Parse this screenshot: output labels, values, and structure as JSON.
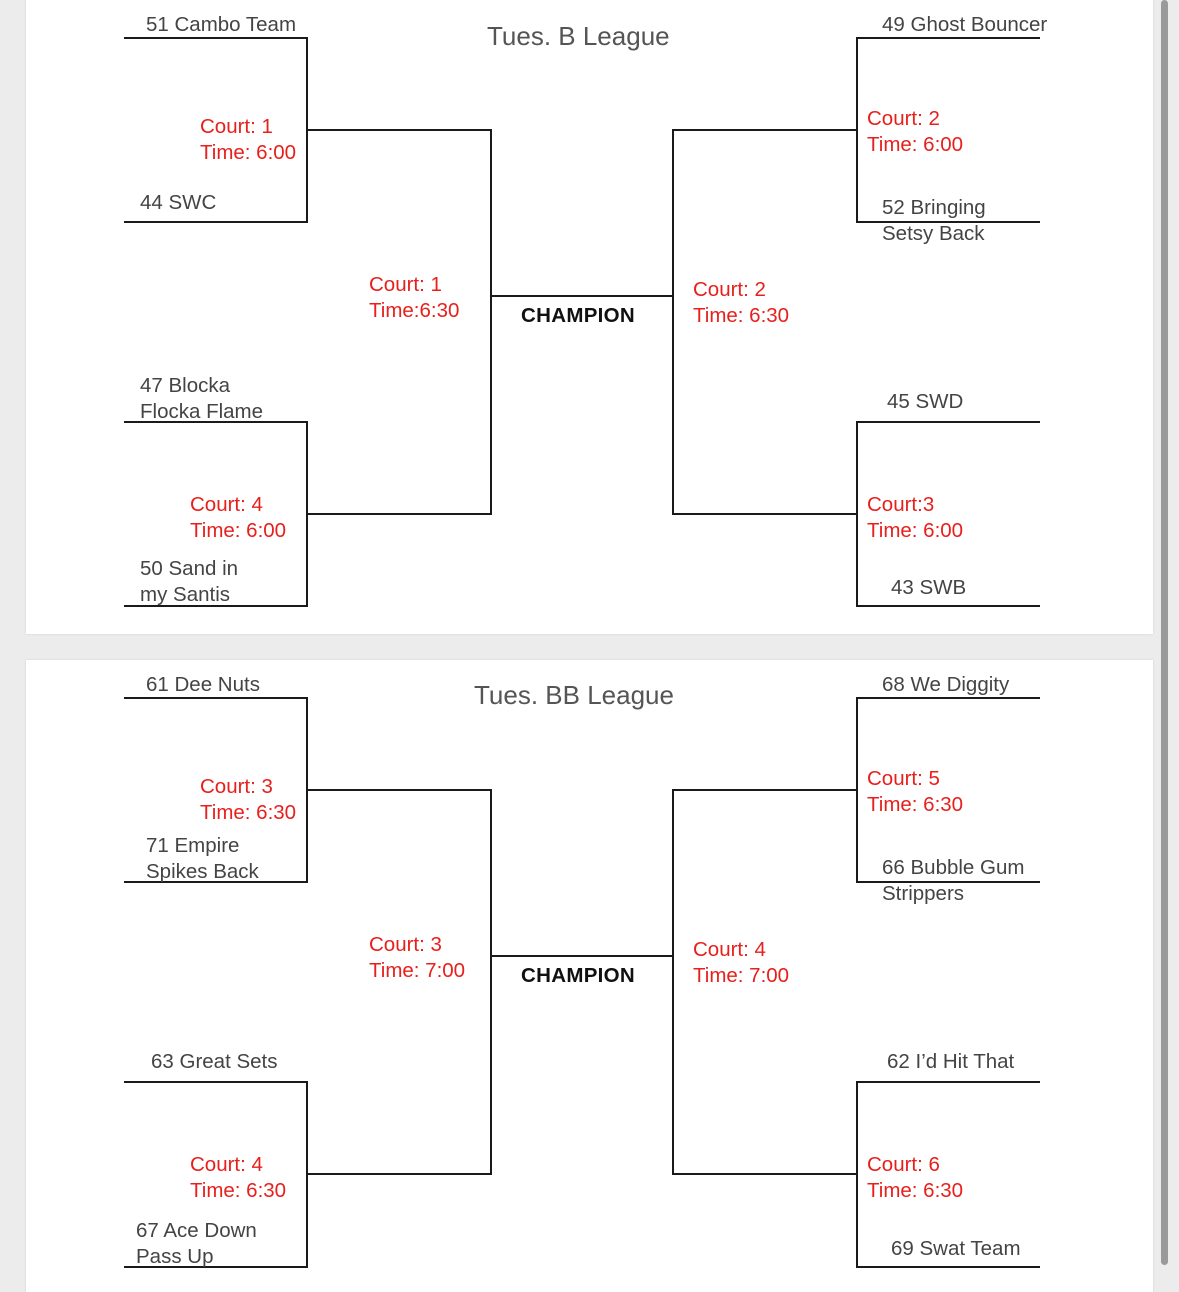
{
  "brackets": [
    {
      "title": "Tues. B League",
      "champion": "CHAMPION",
      "teams": {
        "t1": "51 Cambo Team",
        "t2": "44 SWC",
        "t3": "47 Blocka\nFlocka Flame",
        "t4": "50 Sand in\nmy Santis",
        "t5": "49 Ghost Bouncer",
        "t6": "52 Bringing\nSetsy Back",
        "t7": "45 SWD",
        "t8": "43 SWB"
      },
      "games": {
        "g1": "Court: 1\nTime: 6:00",
        "g2": "Court: 4\nTime: 6:00",
        "g3": "Court: 1\nTime:6:30",
        "g4": "Court: 2\nTime: 6:00",
        "g5": "Court:3\nTime: 6:00",
        "g6": "Court: 2\nTime: 6:30"
      }
    },
    {
      "title": "Tues. BB League",
      "champion": "CHAMPION",
      "teams": {
        "t1": "61 Dee Nuts",
        "t2": "71 Empire\nSpikes Back",
        "t3": "63 Great Sets",
        "t4": "67 Ace Down\nPass Up",
        "t5": "68 We Diggity",
        "t6": "66 Bubble Gum\nStrippers",
        "t7": "62 I’d Hit That",
        "t8": "69 Swat Team"
      },
      "games": {
        "g1": "Court: 3\nTime: 6:30",
        "g2": "Court: 4\nTime: 6:30",
        "g3": "Court: 3\nTime: 7:00",
        "g4": "Court: 5\nTime: 6:30",
        "g5": "Court: 6\nTime: 6:30",
        "g6": "Court: 4\nTime: 7:00"
      }
    }
  ],
  "colors": {
    "game_info": "#e8201c",
    "team_text": "#444444",
    "lines": "#1a1a1a"
  }
}
